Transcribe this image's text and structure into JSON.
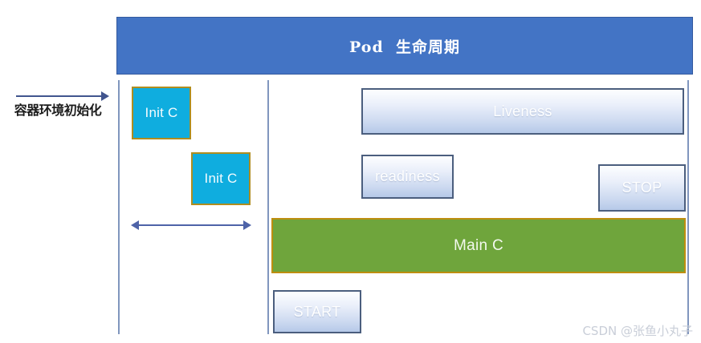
{
  "diagram": {
    "title": "Pod  生命周期",
    "left_label": "容器环境初始化",
    "colors": {
      "header_blue": "#4374C5",
      "init_cyan": "#0FADDF",
      "init_border_gold": "#B08D1F",
      "main_green": "#6FA53C",
      "main_border_gold": "#BE8E10",
      "probe_border": "#4B5E7E",
      "rule_blue": "#8096BE",
      "arrow_blue": "#41558E",
      "span_arrow_blue": "#4E63A8",
      "watermark_gray": "#C9CED8"
    },
    "init_containers": [
      {
        "label": "Init C"
      },
      {
        "label": "Init C"
      }
    ],
    "lifecycle_boxes": [
      {
        "label": "Liveness"
      },
      {
        "label": "readiness"
      },
      {
        "label": "STOP"
      },
      {
        "label": "START"
      }
    ],
    "main_container": {
      "label": "Main C"
    },
    "watermark": "CSDN @张鱼小丸子"
  }
}
